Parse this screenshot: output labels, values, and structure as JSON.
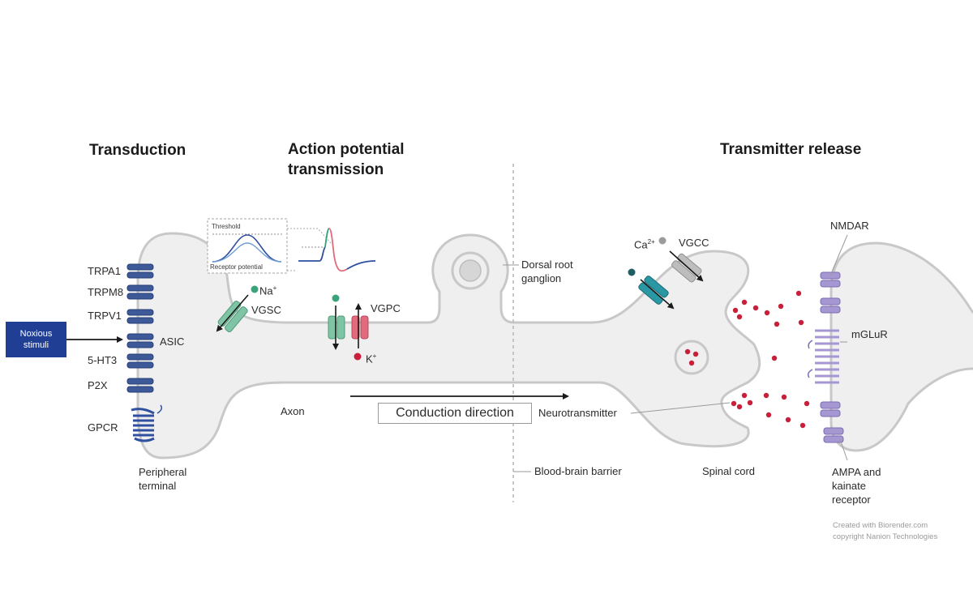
{
  "titles": {
    "transduction": "Transduction",
    "action_potential_1": "Action potential",
    "action_potential_2": "transmission",
    "transmitter_release": "Transmitter release"
  },
  "stimulus": {
    "line1": "Noxious",
    "line2": "stimuli"
  },
  "receptors": {
    "trpa1": "TRPA1",
    "trpm8": "TRPM8",
    "trpv1": "TRPV1",
    "asic": "ASIC",
    "ht3": "5-HT3",
    "p2x": "P2X",
    "gpcr": "GPCR"
  },
  "labels": {
    "peripheral_1": "Peripheral",
    "peripheral_2": "terminal",
    "axon": "Axon",
    "vgsc": "VGSC",
    "na": "Na",
    "na_sup": "+",
    "vgpc": "VGPC",
    "k": "K",
    "k_sup": "+",
    "drg_1": "Dorsal root",
    "drg_2": "ganglion",
    "bbb": "Blood-brain barrier",
    "conduction": "Conduction direction",
    "neurotransmitter": "Neurotransmitter",
    "ca": "Ca",
    "ca_sup": "2+",
    "vgcc": "VGCC",
    "spinal_cord": "Spinal cord",
    "nmdar": "NMDAR",
    "mglur": "mGLuR",
    "ampa_1": "AMPA and",
    "ampa_2": "kainate",
    "ampa_3": "receptor"
  },
  "inset": {
    "threshold": "Threshold",
    "receptor_potential": "Receptor potential"
  },
  "credits": {
    "line1": "Created with Biorender.com",
    "line2": "copyright Nanion Technologies"
  },
  "colors": {
    "receptor_blue": "#3d5998",
    "gpcr_blue": "#2f4fa0",
    "vgsc_green": "#7fc4a4",
    "vgpc_red": "#e06b7c",
    "vgcc_teal": "#2a98a4",
    "vgcc_gray": "#b5b5b5",
    "postsyn_purple": "#a598d2",
    "neurotransmitter_red": "#c8203a",
    "na_dot": "#3aa37a",
    "k_dot": "#c8203a",
    "ca_dot": "#9b9b9b",
    "teal_dot": "#1f5f63",
    "noxious_box": "#213e95",
    "neuron_fill": "#efefef",
    "neuron_outline": "#c8c8c8"
  }
}
